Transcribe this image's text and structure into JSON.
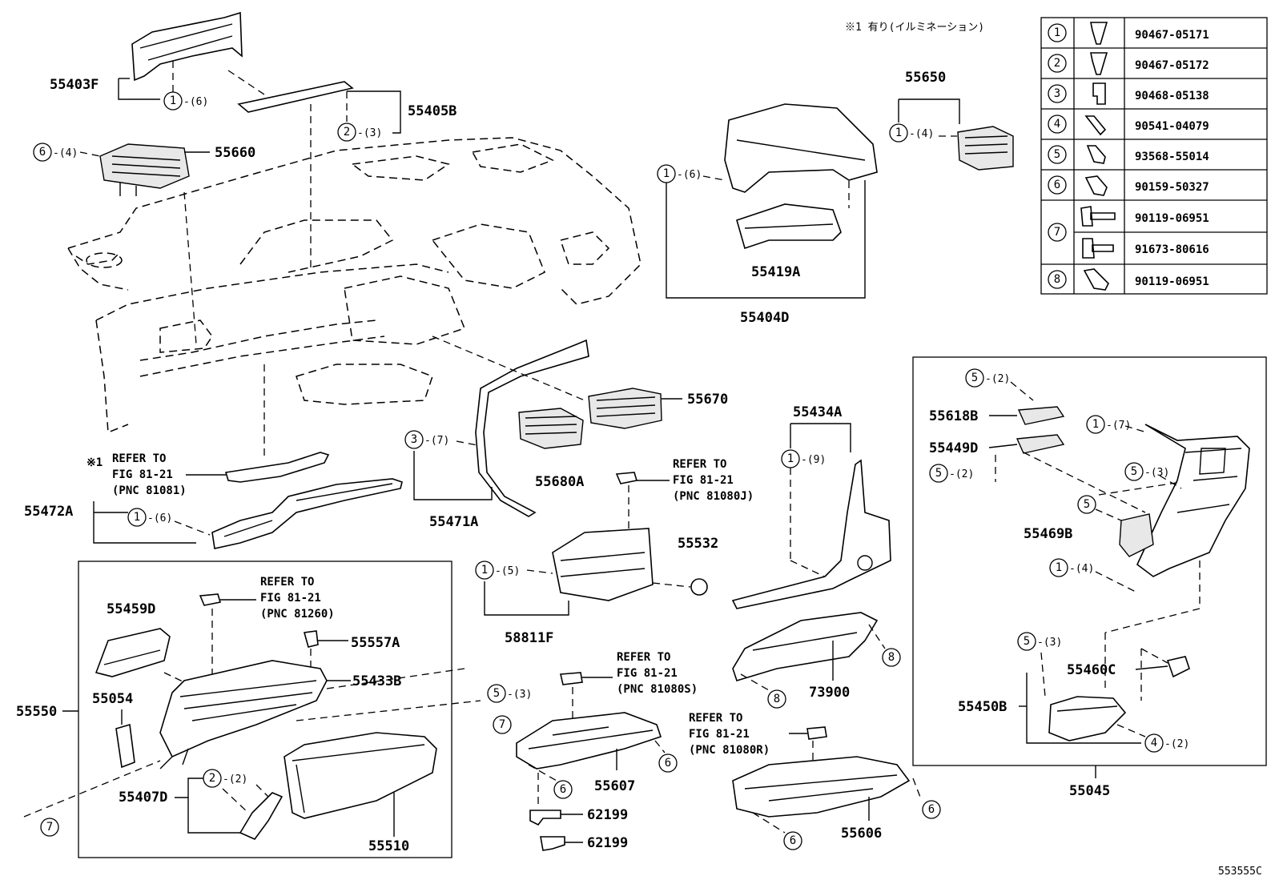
{
  "note_top": "※1 有り(イルミネーション)",
  "diagram_id": "553555C",
  "legend": [
    {
      "no": "1",
      "icon": "clip-icon",
      "parts": [
        "90467-05171"
      ]
    },
    {
      "no": "2",
      "icon": "clip-icon",
      "parts": [
        "90467-05172"
      ]
    },
    {
      "no": "3",
      "icon": "bracket-clip-icon",
      "parts": [
        "90468-05138"
      ]
    },
    {
      "no": "4",
      "icon": "pin-icon",
      "parts": [
        "90541-04079"
      ]
    },
    {
      "no": "5",
      "icon": "screw-icon",
      "parts": [
        "93568-55014"
      ]
    },
    {
      "no": "6",
      "icon": "bolt-washer-icon",
      "parts": [
        "90159-50327"
      ]
    },
    {
      "no": "7",
      "icon": "flange-bolt-icon",
      "parts": [
        "90119-06951",
        "91673-80616"
      ]
    },
    {
      "no": "8",
      "icon": "bolt-icon",
      "parts": [
        "90119-06951"
      ]
    }
  ],
  "parts": {
    "p55403F": "55403F",
    "p55405B": "55405B",
    "p55660": "55660",
    "p55650": "55650",
    "p55419A": "55419A",
    "p55404D": "55404D",
    "p55670": "55670",
    "p55434A": "55434A",
    "p55618B": "55618B",
    "p55449D": "55449D",
    "p55469B": "55469B",
    "p55680A": "55680A",
    "p55471A": "55471A",
    "p55472A": "55472A",
    "p55532": "55532",
    "p58811F": "58811F",
    "p55459D": "55459D",
    "p55557A": "55557A",
    "p55433B": "55433B",
    "p55550": "55550",
    "p55054": "55054",
    "p55407D": "55407D",
    "p55510": "55510",
    "p55607": "55607",
    "p62199a": "62199",
    "p62199b": "62199",
    "p73900": "73900",
    "p55606": "55606",
    "p55460C": "55460C",
    "p55450B": "55450B",
    "p55045": "55045"
  },
  "callouts": {
    "c55403F": {
      "no": "1",
      "qty": "-(6)"
    },
    "c55405B": {
      "no": "2",
      "qty": "-(3)"
    },
    "c55660": {
      "no": "6",
      "qty": "-(4)"
    },
    "c55650": {
      "no": "1",
      "qty": "-(4)"
    },
    "c55404D": {
      "no": "1",
      "qty": "-(6)"
    },
    "c55472A": {
      "no": "1",
      "qty": "-(6)"
    },
    "c55471A": {
      "no": "3",
      "qty": "-(7)"
    },
    "c58811F": {
      "no": "1",
      "qty": "-(5)"
    },
    "c55434A": {
      "no": "1",
      "qty": "-(9)"
    },
    "c55618B": {
      "no": "5",
      "qty": "-(2)"
    },
    "c55449D": {
      "no": "5",
      "qty": "-(2)"
    },
    "c55045a": {
      "no": "1",
      "qty": "-(7)"
    },
    "c55045b": {
      "no": "5",
      "qty": "-(3)"
    },
    "c55469B": {
      "no": "5",
      "qty": ""
    },
    "c55045c": {
      "no": "1",
      "qty": "-(4)"
    },
    "c55460C": {
      "no": "5",
      "qty": "-(3)"
    },
    "c55450B": {
      "no": "4",
      "qty": "-(2)"
    },
    "c55433B": {
      "no": "5",
      "qty": "-(3)"
    },
    "c55550": {
      "no": "7",
      "qty": ""
    },
    "c55550b": {
      "no": "7",
      "qty": ""
    },
    "c55407D": {
      "no": "2",
      "qty": "-(2)"
    },
    "c73900a": {
      "no": "8",
      "qty": ""
    },
    "c73900b": {
      "no": "8",
      "qty": ""
    },
    "c55607a": {
      "no": "6",
      "qty": ""
    },
    "c55607b": {
      "no": "6",
      "qty": ""
    },
    "c55606a": {
      "no": "6",
      "qty": ""
    },
    "c55606b": {
      "no": "6",
      "qty": ""
    }
  },
  "refs": {
    "r1": {
      "l1": "REFER TO",
      "l2": "FIG 81-21",
      "l3": "(PNC 81081)",
      "mark": "※1"
    },
    "r2": {
      "l1": "REFER TO",
      "l2": "FIG 81-21",
      "l3": "(PNC 81080J)"
    },
    "r3": {
      "l1": "REFER TO",
      "l2": "FIG 81-21",
      "l3": "(PNC 81260)"
    },
    "r4": {
      "l1": "REFER TO",
      "l2": "FIG 81-21",
      "l3": "(PNC 81080S)"
    },
    "r5": {
      "l1": "REFER TO",
      "l2": "FIG 81-21",
      "l3": "(PNC 81080R)"
    }
  }
}
